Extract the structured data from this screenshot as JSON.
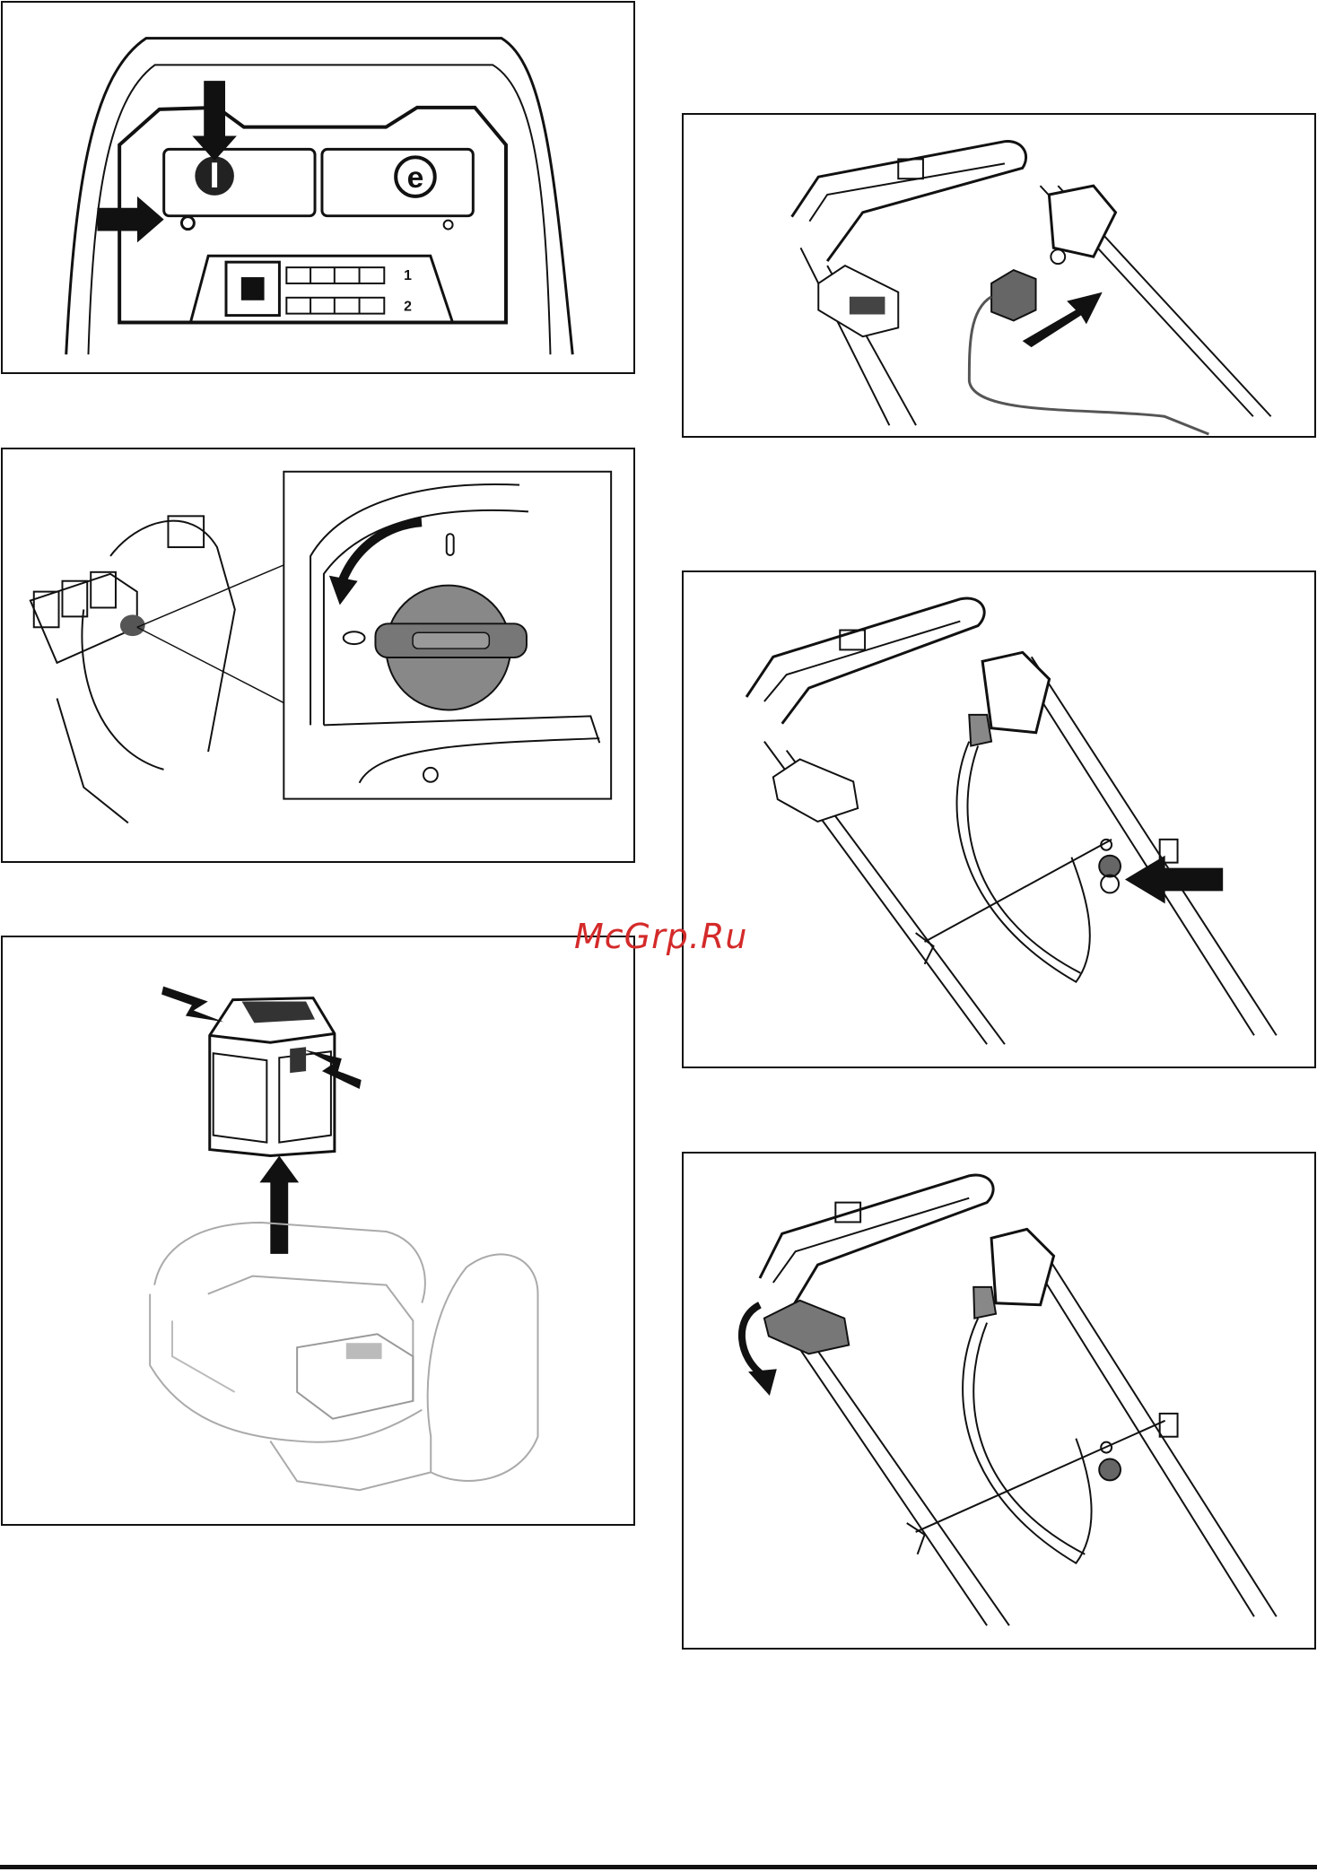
{
  "watermark": {
    "text": "McGrp.Ru",
    "color": "#d42a2a"
  },
  "figures": [
    {
      "id": "fig-control-panel",
      "labels": {
        "row1": "1",
        "row2": "2"
      },
      "icons": [
        "key-switch-icon",
        "eco-mode-icon",
        "stop-button-icon",
        "battery-indicator-icon"
      ]
    },
    {
      "id": "fig-key-rotate",
      "icons": [
        "rotate-arrow-icon",
        "key-knob-icon"
      ]
    },
    {
      "id": "fig-battery-removal",
      "icons": [
        "battery-pack-icon",
        "lift-arrow-icon"
      ]
    },
    {
      "id": "fig-cable-connect",
      "icons": [
        "plug-icon",
        "insert-arrow-icon"
      ]
    },
    {
      "id": "fig-cable-clip",
      "icons": [
        "cable-clip-icon",
        "pointer-arrow-icon"
      ]
    },
    {
      "id": "fig-lever-release",
      "icons": [
        "lever-icon",
        "curved-arrow-icon"
      ]
    }
  ]
}
